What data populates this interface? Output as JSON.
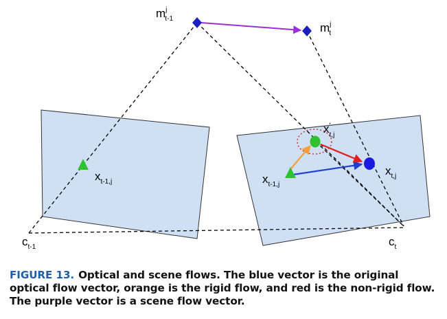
{
  "diagram": {
    "labels": {
      "m_prev": {
        "base": "m",
        "sup": "j",
        "sub": "t-1"
      },
      "m_curr": {
        "base": "m",
        "sup": "j",
        "sub": "t"
      },
      "x_left": {
        "base": "x",
        "sub": "t-1,j"
      },
      "x_right_prev": {
        "base": "x",
        "sub": "t-1,j"
      },
      "x_prime": {
        "base": "x",
        "sup": "'",
        "sub": "t,j"
      },
      "x_curr": {
        "base": "x",
        "sub": "t,j"
      },
      "c_prev": {
        "base": "c",
        "sub": "t-1"
      },
      "c_curr": {
        "base": "c",
        "sub": "t"
      }
    },
    "colors": {
      "image_plane_fill": "#cfe0f4",
      "image_plane_stroke": "#333333",
      "world_point": "#1f1fbf",
      "scene_flow_vector": "#9b30d8",
      "optical_flow_vector": "#1f3fd0",
      "rigid_flow_vector": "#f2a040",
      "non_rigid_flow_vector": "#e02020",
      "triangle_point": "#2fc12f",
      "rigid_point": "#2fc12f",
      "observed_point": "#1a1ae0",
      "uncertainty_circle": "#e02020"
    }
  },
  "caption": {
    "label": "FIGURE 13.",
    "text": "Optical and scene flows. The blue vector is the original optical flow vector, orange is the rigid flow, and red is the non-rigid flow. The purple vector is a scene flow vector."
  }
}
